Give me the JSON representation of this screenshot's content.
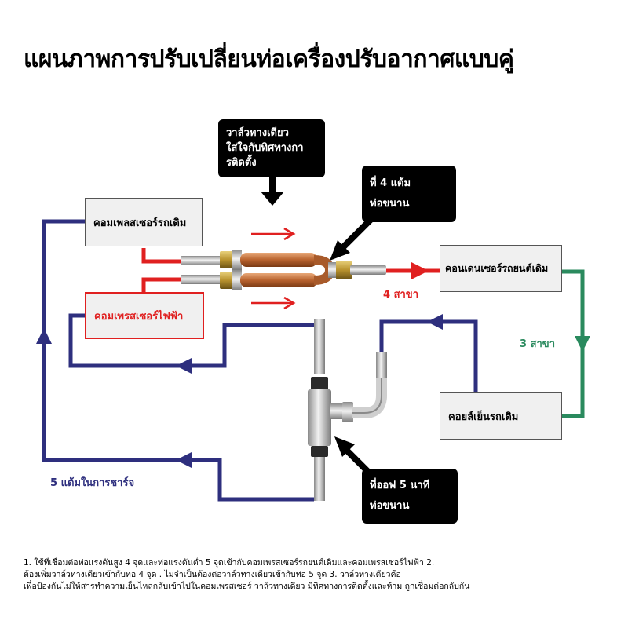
{
  "title": "แผนภาพการปรับเปลี่ยนท่อเครื่องปรับอากาศแบบคู่",
  "boxes": {
    "orig_compressor": "คอมเพลสเซอร์รถเดิม",
    "electric_compressor": "คอมเพรสเซอร์ไฟฟ้า",
    "condenser": "คอนเดนเซอร์รถยนต์เดิม",
    "evaporator": "คอยล์เย็นรถเดิม"
  },
  "callouts": {
    "check_valve": [
      "วาล์วทางเดียว",
      "ใส่ใจกับทิศทางกา",
      "รติดตั้ง"
    ],
    "point4": [
      "ที่ 4 แต้ม",
      "ท่อขนาน"
    ],
    "point5": [
      "ที่ออฟ 5 นาที",
      "ท่อขนาน"
    ]
  },
  "labels": {
    "branch4": "4 สาขา",
    "branch3": "3 สาขา",
    "charge5": "5 แต้มในการชาร์จ"
  },
  "notes": [
    "1. ใช้ที่เชื่อมต่อท่อแรงดันสูง 4 จุดและท่อแรงดันต่ำ 5 จุดเข้ากับคอมเพรสเซอร์รถยนต์เดิมและคอมเพรสเซอร์ไฟฟ้า 2.",
    "ต้องเพิ่มวาล์วทางเดียวเข้ากับท่อ 4 จุด . ไม่จำเป็นต้องต่อวาล์วทางเดียวเข้ากับท่อ 5 จุด 3. วาล์วทางเดียวคือ",
    "เพื่อป้องกันไม่ให้สารทำความเย็นไหลกลับเข้าไปในคอมเพรสเซอร์ วาล์วทางเดียว มีทิศทางการติดตั้งและห้าม ถูกเชื่อมต่อกลับกัน"
  ],
  "colors": {
    "red_line": "#e02020",
    "blue_line": "#2e2f7e",
    "green_line": "#2a8a5e",
    "copper": "#c87a45"
  }
}
